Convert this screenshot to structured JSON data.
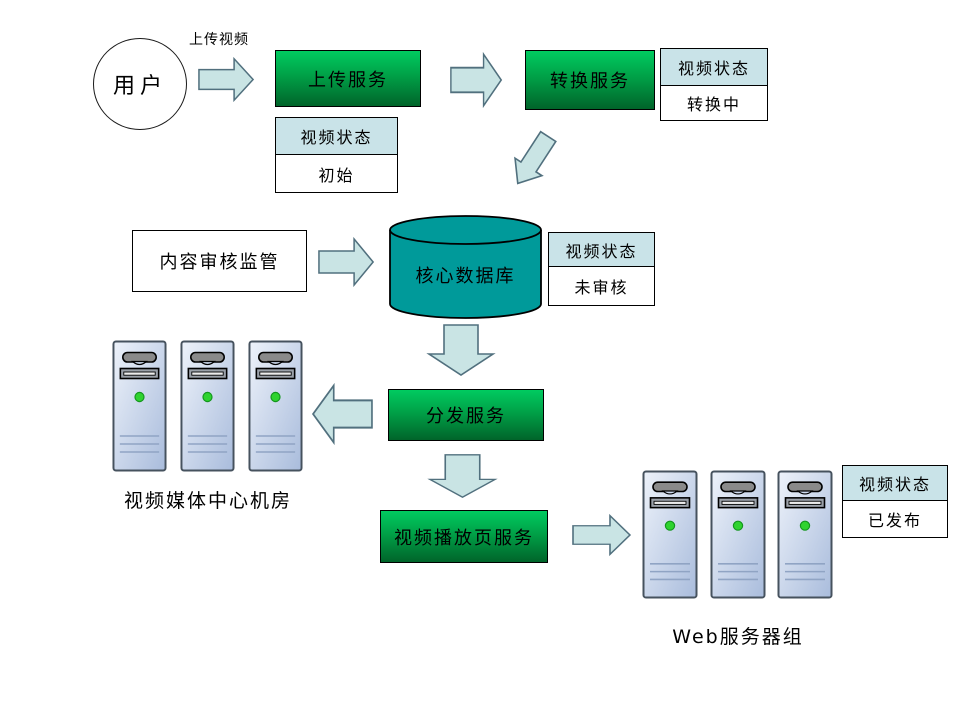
{
  "nodes": {
    "user": "用户",
    "upload_action": "上传视频",
    "upload_service": "上传服务",
    "convert_service": "转换服务",
    "content_review": "内容审核监管",
    "core_database": "核心数据库",
    "distribution_service": "分发服务",
    "playback_service": "视频播放页服务",
    "media_center_caption": "视频媒体中心机房",
    "web_server_caption": "Web服务器组"
  },
  "status_tables": {
    "initial": {
      "header": "视频状态",
      "value": "初始"
    },
    "converting": {
      "header": "视频状态",
      "value": "转换中"
    },
    "unreviewed": {
      "header": "视频状态",
      "value": "未审核"
    },
    "published": {
      "header": "视频状态",
      "value": "已发布"
    }
  },
  "colors": {
    "service_box_gradient_top": "#00cb60",
    "service_box_gradient_bottom": "#00642a",
    "database_fill": "#009a9a",
    "arrow_fill": "#c9e4e4",
    "arrow_border": "#51707e",
    "status_header_fill": "#c9e3e8",
    "server_body_light": "#edf2fa",
    "server_body_dark": "#b4c5e2",
    "server_led": "#2fd32f",
    "outline": "#000000"
  },
  "icons": {
    "server_tower": "server-tower-icon",
    "database_cylinder": "database-cylinder-icon",
    "block_arrow": "block-arrow-icon"
  }
}
